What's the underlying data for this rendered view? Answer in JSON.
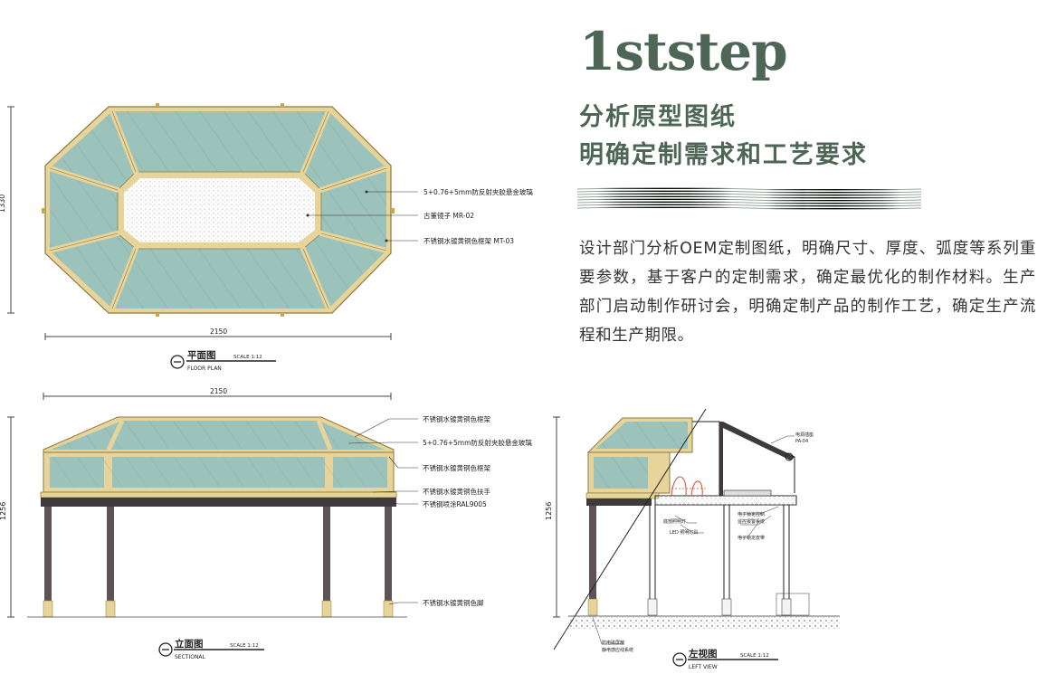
{
  "step_title": "1ststep",
  "heading_line1": "分析原型图纸",
  "heading_line2": "明确定制需求和工艺要求",
  "description": "设计部门分析OEM定制图纸，明确尺寸、厚度、弧度等系列重要参数，基于客户的定制需求，确定最优化的制作材料。生产部门启动制作研讨会，明确定制产品的制作工艺，确定生产流程和生产期限。",
  "colors": {
    "accent": "#4d6655",
    "glass": "#9cc3bb",
    "frame": "#e6d49a",
    "leg": "#5e5457"
  },
  "floor_plan": {
    "title": "平面图",
    "subtitle": "FLOOR PLAN",
    "scale": "SCALE 1:12",
    "width_dim": "2150",
    "height_dim": "1330",
    "callouts": [
      "5+0.76+5mm防反射夹胶悬金玻璃",
      "古董镜子 MR-02",
      "不锈钢水镀黄铜色框架 MT-03"
    ]
  },
  "elevation": {
    "title": "立面图",
    "subtitle": "SECTIONAL",
    "scale": "SCALE 1:12",
    "width_dim": "2150",
    "height_dim": "1256",
    "callouts": [
      "不锈钢水镀黄铜色框架",
      "5+0.76+5mm防反射夹胶悬金玻璃",
      "不锈钢水镀黄铜色框架",
      "不锈钢水镀黄铜色扶手",
      "不锈钢喷涂RAL9005",
      "不锈钢水镀黄铜色脚"
    ]
  },
  "left_view": {
    "title": "左视图",
    "subtitle": "LEFT VIEW",
    "scale": "SCALE 1:12",
    "height_dim": "1256",
    "callouts": [
      "电源插座",
      "PA-04",
      "底部照明灯",
      "LED 照明灯具",
      "电子锁定控制",
      "遥控报警系统",
      "电子锁定皮带",
      "防电磁屏蔽",
      "静电感应线系统"
    ]
  }
}
